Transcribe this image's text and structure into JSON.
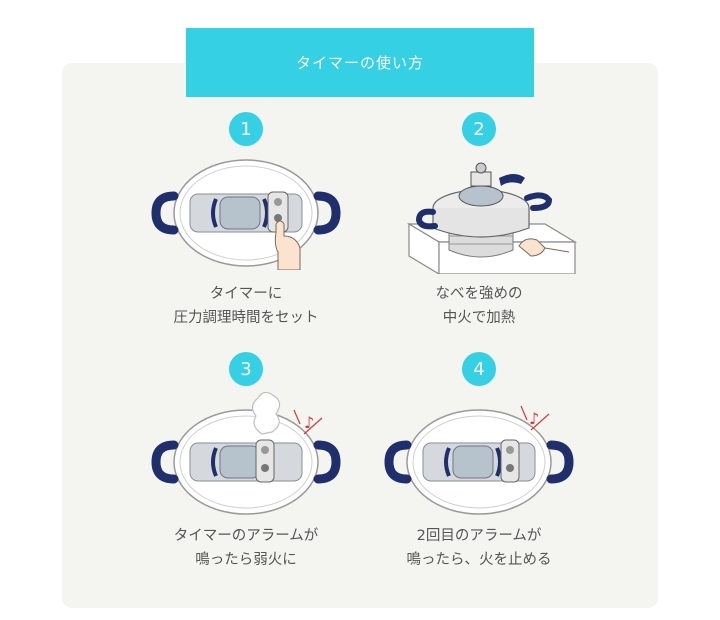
{
  "header": {
    "title": "タイマーの使い方"
  },
  "steps": [
    {
      "number": "1",
      "caption_line1": "タイマーに",
      "caption_line2": "圧力調理時間をセット"
    },
    {
      "number": "2",
      "caption_line1": "なべを強めの",
      "caption_line2": "中火で加熱"
    },
    {
      "number": "3",
      "caption_line1": "タイマーのアラームが",
      "caption_line2": "鳴ったら弱火に"
    },
    {
      "number": "4",
      "caption_line1": "2回目のアラームが",
      "caption_line2": "鳴ったら、火を止める"
    }
  ],
  "colors": {
    "accent": "#35d0e3",
    "panel": "#f4f4f1",
    "handle": "#1f2f6b",
    "note": "#d23b3b"
  }
}
